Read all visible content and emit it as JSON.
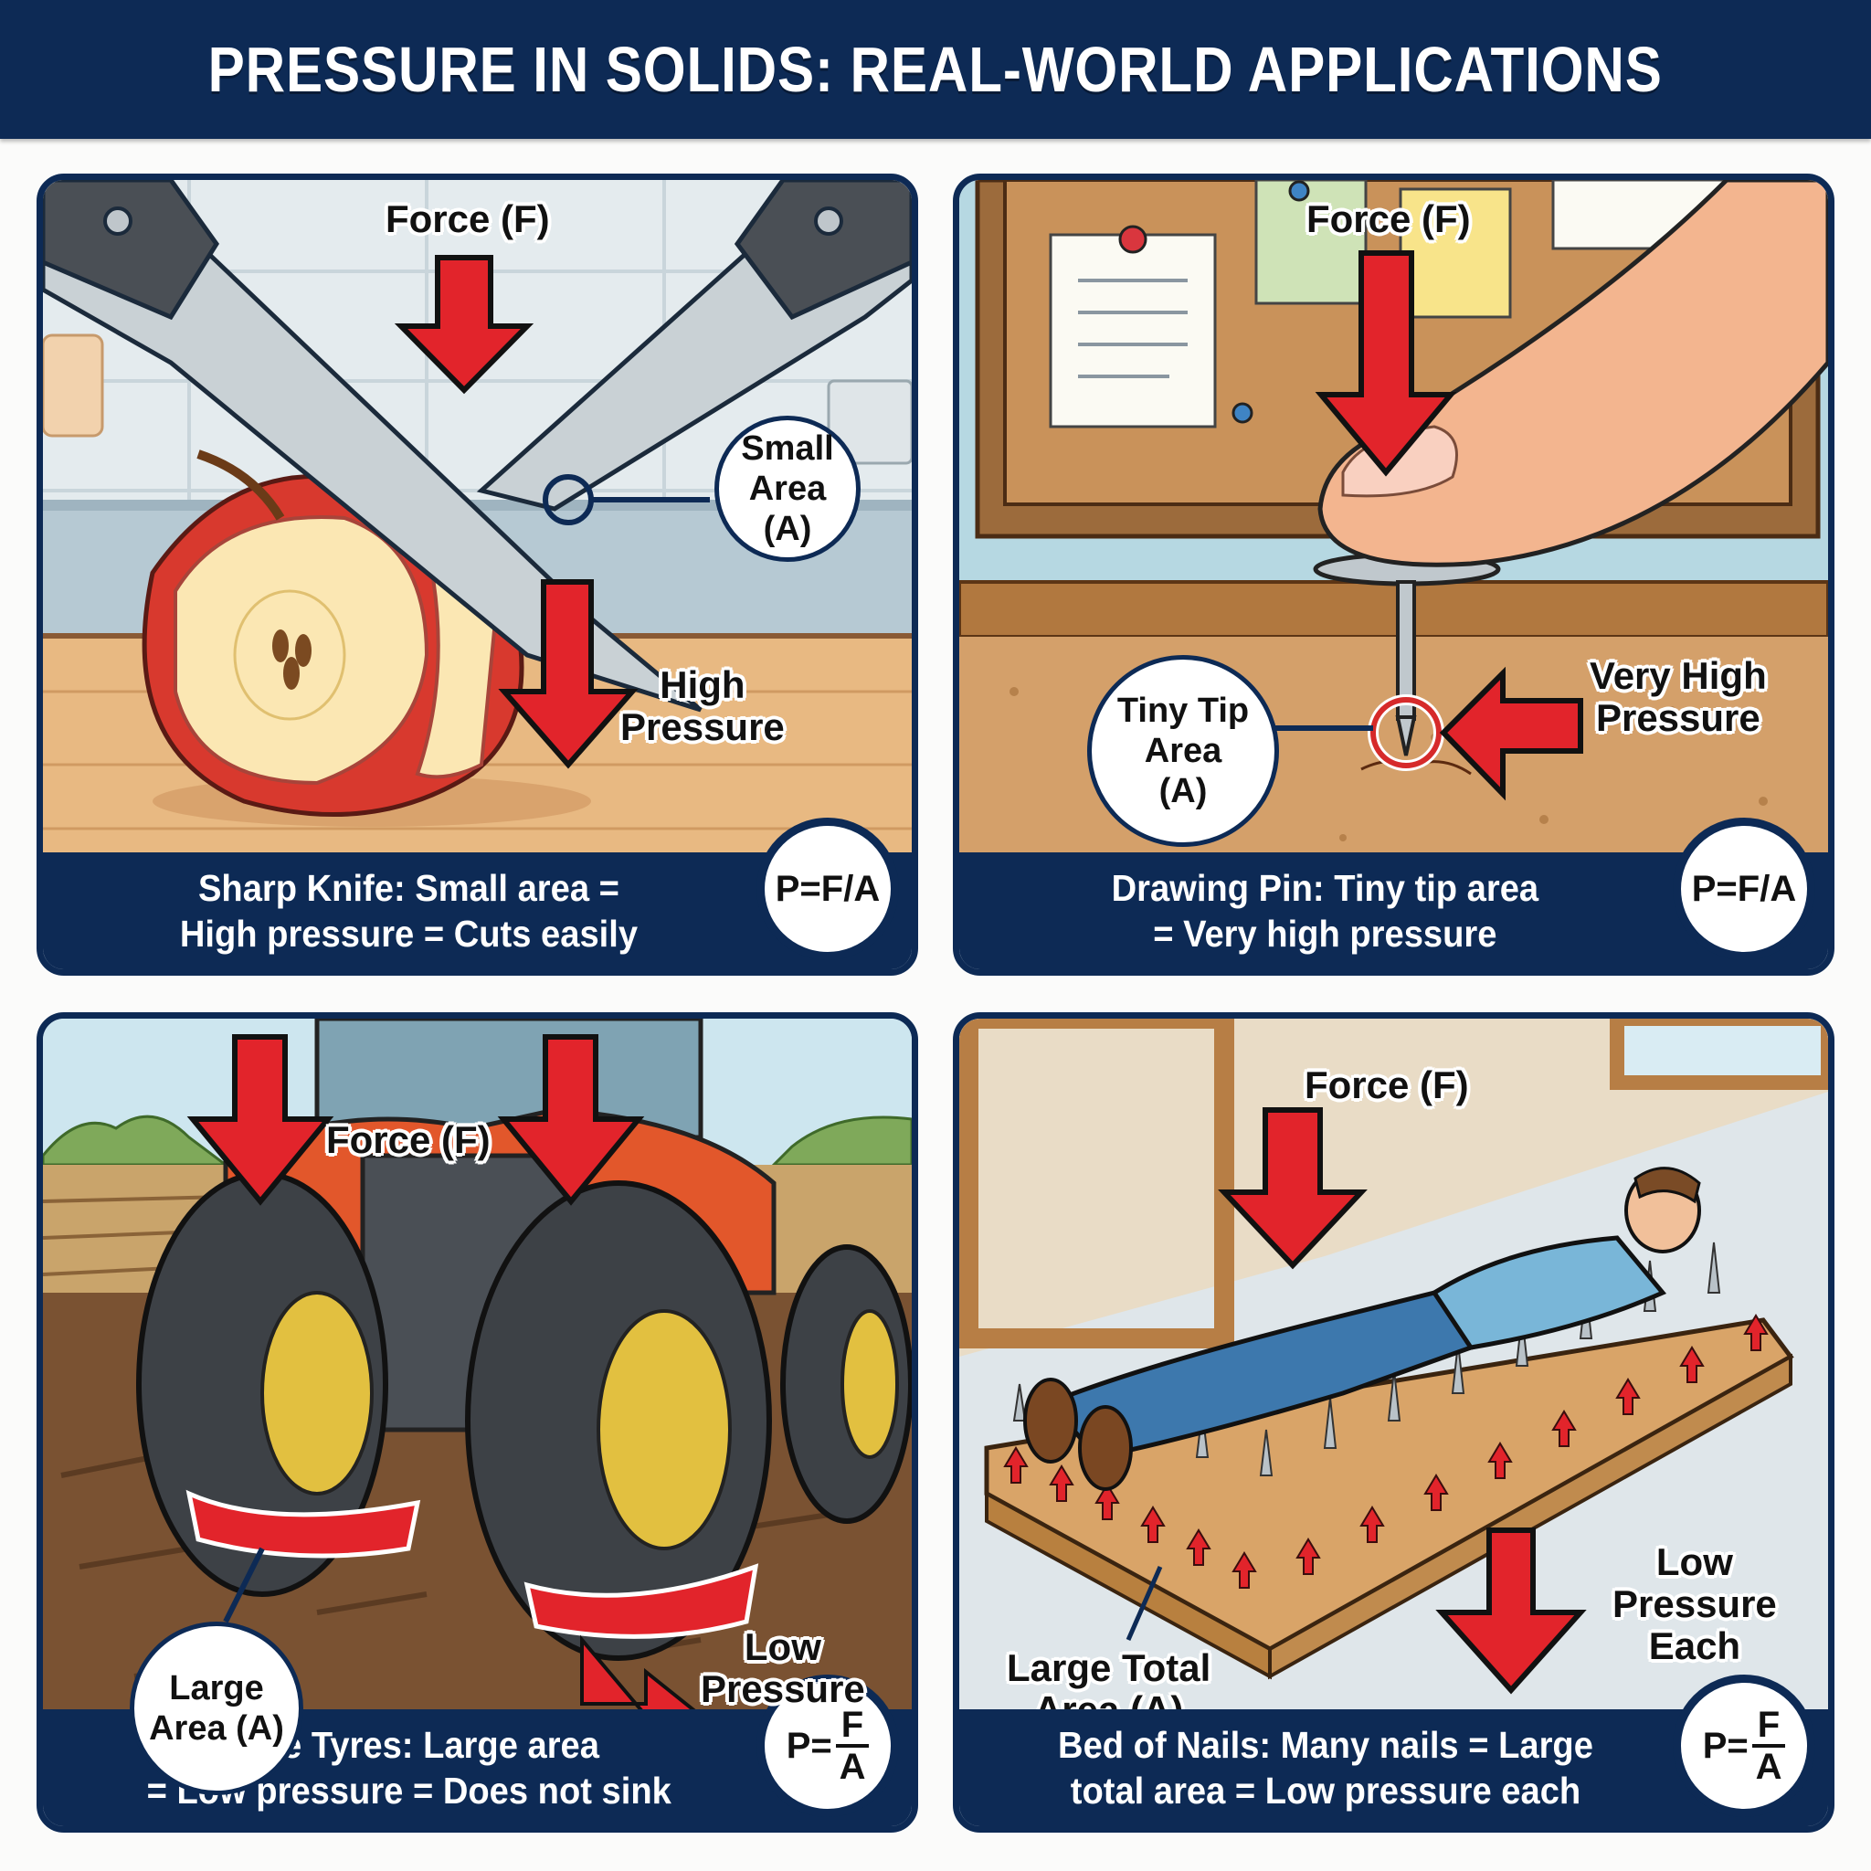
{
  "header": {
    "title": "PRESSURE IN SOLIDS: REAL-WORLD APPLICATIONS"
  },
  "colors": {
    "navy": "#0d2a55",
    "arrow_red": "#e2242b",
    "label_text": "#111111",
    "badge_bg": "#ffffff"
  },
  "panels": [
    {
      "id": "sharp-knife",
      "scene": "knife cutting an apple on a wooden kitchen counter",
      "labels": {
        "force": "Force (F)",
        "area_line1": "Small",
        "area_line2": "Area",
        "area_line3": "(A)",
        "pressure_line1": "High",
        "pressure_line2": "Pressure"
      },
      "caption_line1": "Sharp Knife: Small area =",
      "caption_line2": "High pressure = Cuts easily",
      "formula": "P=F/A",
      "formula_style": "inline"
    },
    {
      "id": "drawing-pin",
      "scene": "finger pressing a drawing pin into cork below a corkboard",
      "labels": {
        "force": "Force (F)",
        "area_line1": "Tiny Tip",
        "area_line2": "Area",
        "area_line3": "(A)",
        "pressure_line1": "Very High",
        "pressure_line2": "Pressure"
      },
      "caption_line1": "Drawing Pin: Tiny tip area",
      "caption_line2": "= Very high pressure",
      "formula": "P=F/A",
      "formula_style": "inline"
    },
    {
      "id": "wide-tyres",
      "scene": "tractor with wide tyres on muddy field",
      "labels": {
        "force": "Force (F)",
        "area_line1": "Large",
        "area_line2": "Area (A)",
        "pressure_line1": "Low",
        "pressure_line2": "Pressure"
      },
      "caption_line1": "Wide Tyres: Large area",
      "caption_line2": "= Low pressure = Does not sink",
      "formula_prefix": "P=",
      "formula_num": "F",
      "formula_den": "A",
      "formula_style": "fraction"
    },
    {
      "id": "bed-of-nails",
      "scene": "man lying on a bed of nails with upward reaction arrows",
      "labels": {
        "force": "Force (F)",
        "area_line1": "Large Total",
        "area_line2": "Area (A)",
        "pressure_line1": "Low",
        "pressure_line2": "Pressure",
        "pressure_line3": "Each"
      },
      "caption_line1": "Bed of Nails: Many nails = Large",
      "caption_line2": "total area = Low pressure each",
      "formula_prefix": "P=",
      "formula_num": "F",
      "formula_den": "A",
      "formula_style": "fraction"
    }
  ]
}
